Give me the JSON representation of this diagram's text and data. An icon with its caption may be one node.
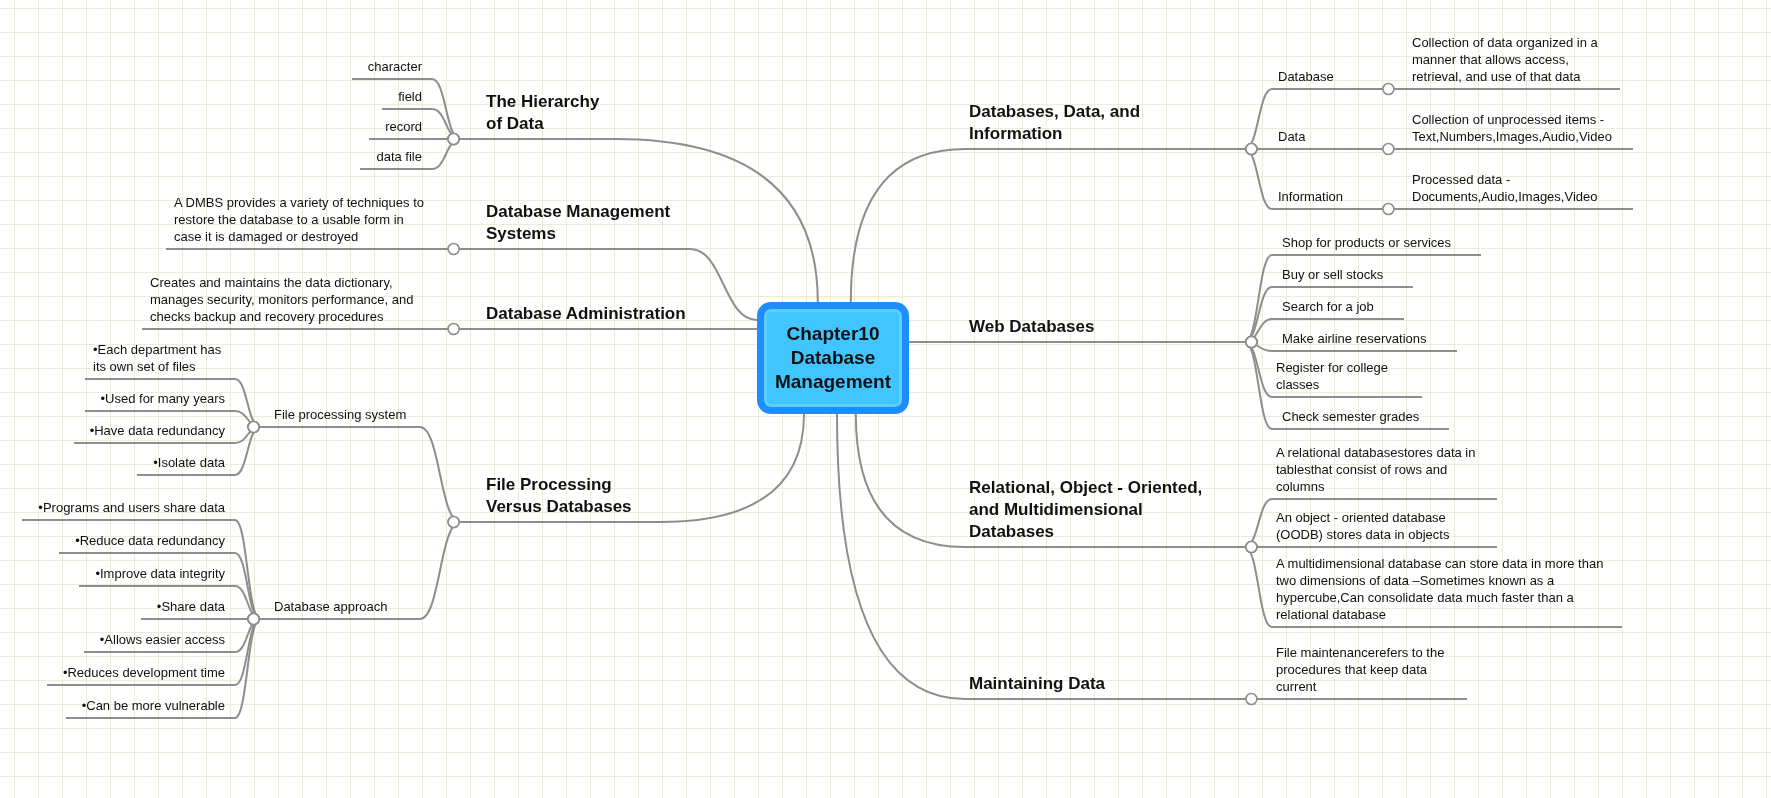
{
  "diagram": {
    "nodes": [
      {
        "text": [
          "Chapter10 Database Management"
        ]
      },
      {
        "text": [
          "The Hierarchy of Data"
        ]
      },
      {
        "text": [
          "character"
        ]
      },
      {
        "text": [
          "field"
        ]
      },
      {
        "text": [
          "record"
        ]
      },
      {
        "text": [
          "data file"
        ]
      },
      {
        "text": [
          "Database Management Systems"
        ]
      },
      {
        "text": [
          "A DMBS provides a variety of techniques to restore the database to a usable form in case it is damaged or destroyed"
        ]
      },
      {
        "text": [
          "Database Administration"
        ]
      },
      {
        "text": [
          "Creates and maintains the data dictionary, manages security, monitors performance, and checks backup and recovery procedures"
        ]
      },
      {
        "text": [
          "File Processing Versus Databases"
        ]
      },
      {
        "text": [
          "File processing system"
        ]
      },
      {
        "text": [
          "•Each department has its own set of files"
        ]
      },
      {
        "text": [
          "•Used for many years"
        ]
      },
      {
        "text": [
          "•Have data redundancy"
        ]
      },
      {
        "text": [
          "•Isolate data"
        ]
      },
      {
        "text": [
          "Database approach"
        ]
      },
      {
        "text": [
          "•Programs and users share data"
        ]
      },
      {
        "text": [
          "•Reduce data redundancy"
        ]
      },
      {
        "text": [
          "•Improve data integrity"
        ]
      },
      {
        "text": [
          "•Share data"
        ]
      },
      {
        "text": [
          "•Allows easier access"
        ]
      },
      {
        "text": [
          "•Reduces development time"
        ]
      },
      {
        "text": [
          "•Can be more vulnerable"
        ]
      },
      {
        "text": [
          "Databases, Data, and Information"
        ]
      },
      {
        "text": [
          "Database"
        ]
      },
      {
        "text": [
          "Collection of data organized in a manner that allows access, retrieval, and use of that data"
        ]
      },
      {
        "text": [
          "Data"
        ]
      },
      {
        "text": [
          "Collection of unprocessed items -Text,Numbers,Images,Audio,Video"
        ]
      },
      {
        "text": [
          "Information"
        ]
      },
      {
        "text": [
          "Processed data -Documents,Audio,Images,Video"
        ]
      },
      {
        "text": [
          "Web Databases"
        ]
      },
      {
        "text": [
          "Shop for products or services"
        ]
      },
      {
        "text": [
          "Buy or sell stocks"
        ]
      },
      {
        "text": [
          "Search for a job"
        ]
      },
      {
        "text": [
          "Make airline reservations"
        ]
      },
      {
        "text": [
          "Register for college classes"
        ]
      },
      {
        "text": [
          "Check semester grades"
        ]
      },
      {
        "text": [
          "Relational, Object - Oriented, and Multidimensional Databases"
        ]
      },
      {
        "text": [
          "A relational databasestores data in tablesthat consist of rows and columns"
        ]
      },
      {
        "text": [
          "An object - oriented database (OODB) stores data in objects"
        ]
      },
      {
        "text": [
          "A multidimensional database can store data in more than two dimensions of data –Sometimes known as a hypercube,Can consolidate data much faster than a relational database"
        ]
      },
      {
        "text": [
          "Maintaining Data"
        ]
      },
      {
        "text": [
          "File maintenancerefers to the procedures that keep data current"
        ]
      }
    ],
    "edges": [
      {
        "from": 0,
        "to": 1,
        "arrow": "none"
      },
      {
        "from": 1,
        "to": 2,
        "arrow": "other"
      },
      {
        "from": 1,
        "to": 3,
        "arrow": "other"
      },
      {
        "from": 1,
        "to": 4,
        "arrow": "other"
      },
      {
        "from": 1,
        "to": 5,
        "arrow": "other"
      },
      {
        "from": 0,
        "to": 6,
        "arrow": "none"
      },
      {
        "from": 6,
        "to": 7,
        "arrow": "other"
      },
      {
        "from": 0,
        "to": 8,
        "arrow": "none"
      },
      {
        "from": 8,
        "to": 9,
        "arrow": "other"
      },
      {
        "from": 0,
        "to": 10,
        "arrow": "none"
      },
      {
        "from": 10,
        "to": 11,
        "arrow": "other"
      },
      {
        "from": 11,
        "to": 12,
        "arrow": "other"
      },
      {
        "from": 11,
        "to": 13,
        "arrow": "other"
      },
      {
        "from": 11,
        "to": 14,
        "arrow": "other"
      },
      {
        "from": 11,
        "to": 15,
        "arrow": "other"
      },
      {
        "from": 10,
        "to": 16,
        "arrow": "other"
      },
      {
        "from": 16,
        "to": 17,
        "arrow": "other"
      },
      {
        "from": 16,
        "to": 18,
        "arrow": "other"
      },
      {
        "from": 16,
        "to": 19,
        "arrow": "other"
      },
      {
        "from": 16,
        "to": 20,
        "arrow": "other"
      },
      {
        "from": 16,
        "to": 21,
        "arrow": "other"
      },
      {
        "from": 16,
        "to": 22,
        "arrow": "other"
      },
      {
        "from": 16,
        "to": 23,
        "arrow": "other"
      },
      {
        "from": 0,
        "to": 24,
        "arrow": "none"
      },
      {
        "from": 24,
        "to": 25,
        "arrow": "other"
      },
      {
        "from": 25,
        "to": 26,
        "arrow": "other"
      },
      {
        "from": 24,
        "to": 27,
        "arrow": "other"
      },
      {
        "from": 27,
        "to": 28,
        "arrow": "other"
      },
      {
        "from": 24,
        "to": 29,
        "arrow": "other"
      },
      {
        "from": 29,
        "to": 30,
        "arrow": "other"
      },
      {
        "from": 0,
        "to": 31,
        "arrow": "none"
      },
      {
        "from": 31,
        "to": 32,
        "arrow": "other"
      },
      {
        "from": 31,
        "to": 33,
        "arrow": "other"
      },
      {
        "from": 31,
        "to": 34,
        "arrow": "other"
      },
      {
        "from": 31,
        "to": 35,
        "arrow": "other"
      },
      {
        "from": 31,
        "to": 36,
        "arrow": "other"
      },
      {
        "from": 31,
        "to": 37,
        "arrow": "other"
      },
      {
        "from": 0,
        "to": 38,
        "arrow": "none"
      },
      {
        "from": 38,
        "to": 39,
        "arrow": "other"
      },
      {
        "from": 38,
        "to": 40,
        "arrow": "other"
      },
      {
        "from": 38,
        "to": 41,
        "arrow": "other"
      },
      {
        "from": 0,
        "to": 42,
        "arrow": "none"
      },
      {
        "from": 42,
        "to": 43,
        "arrow": "other"
      }
    ]
  }
}
